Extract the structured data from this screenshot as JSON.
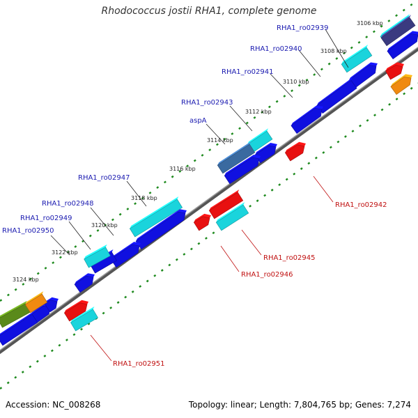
{
  "title": "Rhodococcus jostii RHA1, complete genome",
  "footer": {
    "accession": "Accession: NC_008268",
    "stats": "Topology: linear; Length: 7,804,765 bp; Genes: 7,274"
  },
  "colors": {
    "cds_blue": "#1010e0",
    "cds_cyan": "#1ad4dc",
    "red": "#e81010",
    "orange": "#f08a10",
    "steel": "#3a6aa0",
    "slate": "#3a3a80",
    "olive": "#5a8a1a",
    "backbone": "#777777",
    "tick_green": "#1e8a1e",
    "label_blue": "#1a1ab0",
    "label_red": "#c01010"
  },
  "ticks": [
    {
      "label": "3106 kbp"
    },
    {
      "label": "3108 kbp"
    },
    {
      "label": "3110 kbp"
    },
    {
      "label": "3112 kbp"
    },
    {
      "label": "3114 kbp"
    },
    {
      "label": "3116 kbp"
    },
    {
      "label": "3118 kbp"
    },
    {
      "label": "3120 kbp"
    },
    {
      "label": "3122 kbp"
    },
    {
      "label": "3124 kbp"
    }
  ],
  "gene_labels_top": [
    {
      "text": "RHA1_ro02939"
    },
    {
      "text": "RHA1_ro02940"
    },
    {
      "text": "RHA1_ro02941"
    },
    {
      "text": "RHA1_ro02943"
    },
    {
      "text": "aspA"
    },
    {
      "text": "RHA1_ro02947"
    },
    {
      "text": "RHA1_ro02948"
    },
    {
      "text": "RHA1_ro02949"
    },
    {
      "text": "RHA1_ro02950"
    }
  ],
  "gene_labels_bottom": [
    {
      "text": "RHA1_ro02942"
    },
    {
      "text": "RHA1_ro02945"
    },
    {
      "text": "RHA1_ro02946"
    },
    {
      "text": "RHA1_ro02951"
    }
  ]
}
